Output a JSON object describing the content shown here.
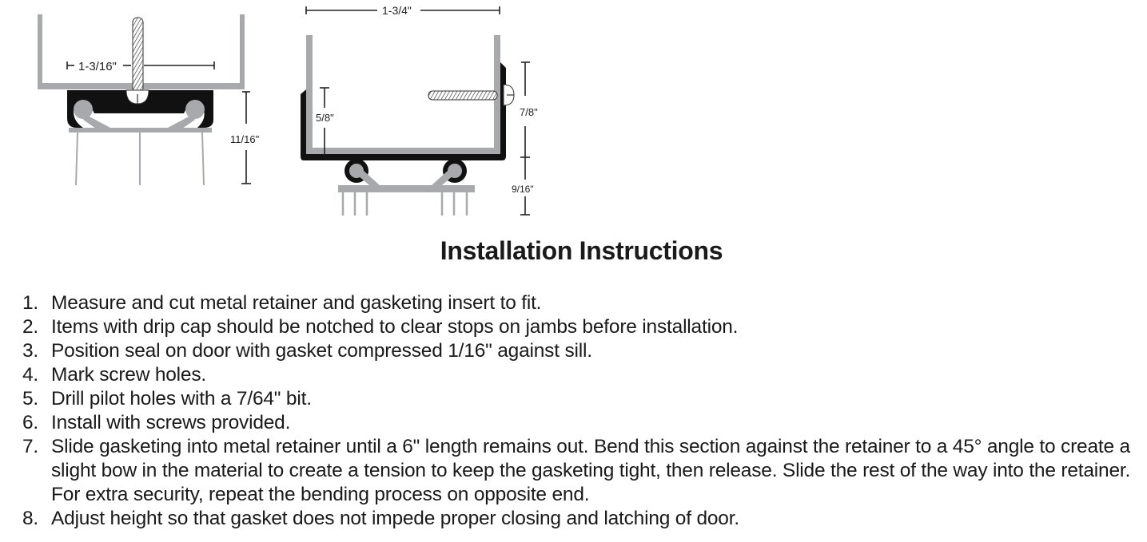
{
  "diagram_left": {
    "width_dim": "1-3/16\"",
    "height_dim": "11/16\""
  },
  "diagram_right": {
    "width_dim": "1-3/4\"",
    "inner_height_dim": "5/8\"",
    "upper_height_dim": "7/8\"",
    "lower_height_dim": "9/16\""
  },
  "heading": "Installation Instructions",
  "steps": [
    {
      "num": "1.",
      "text": "Measure and cut metal retainer and gasketing insert to fit."
    },
    {
      "num": "2.",
      "text": "Items with drip cap should be notched to clear stops on jambs before installation."
    },
    {
      "num": "3.",
      "text": "Position seal on door with gasket compressed 1/16\" against sill."
    },
    {
      "num": "4.",
      "text": "Mark screw holes."
    },
    {
      "num": "5.",
      "text": "Drill pilot holes with a 7/64\" bit."
    },
    {
      "num": "6.",
      "text": "Install with screws provided."
    },
    {
      "num": "7.",
      "text": "Slide gasketing into metal retainer until a 6\" length remains out. Bend this section against the retainer to a 45° angle to create a slight bow in the material to create a tension to keep the gasketing tight, then release. Slide the rest of the way into the retainer. For extra security, repeat the bending process on opposite end."
    },
    {
      "num": "8.",
      "text": "Adjust height so that gasket does not impede proper closing and latching of door."
    }
  ],
  "colors": {
    "metal": "#a7a9ac",
    "gasket": "#111111",
    "text": "#1a1a1a"
  }
}
